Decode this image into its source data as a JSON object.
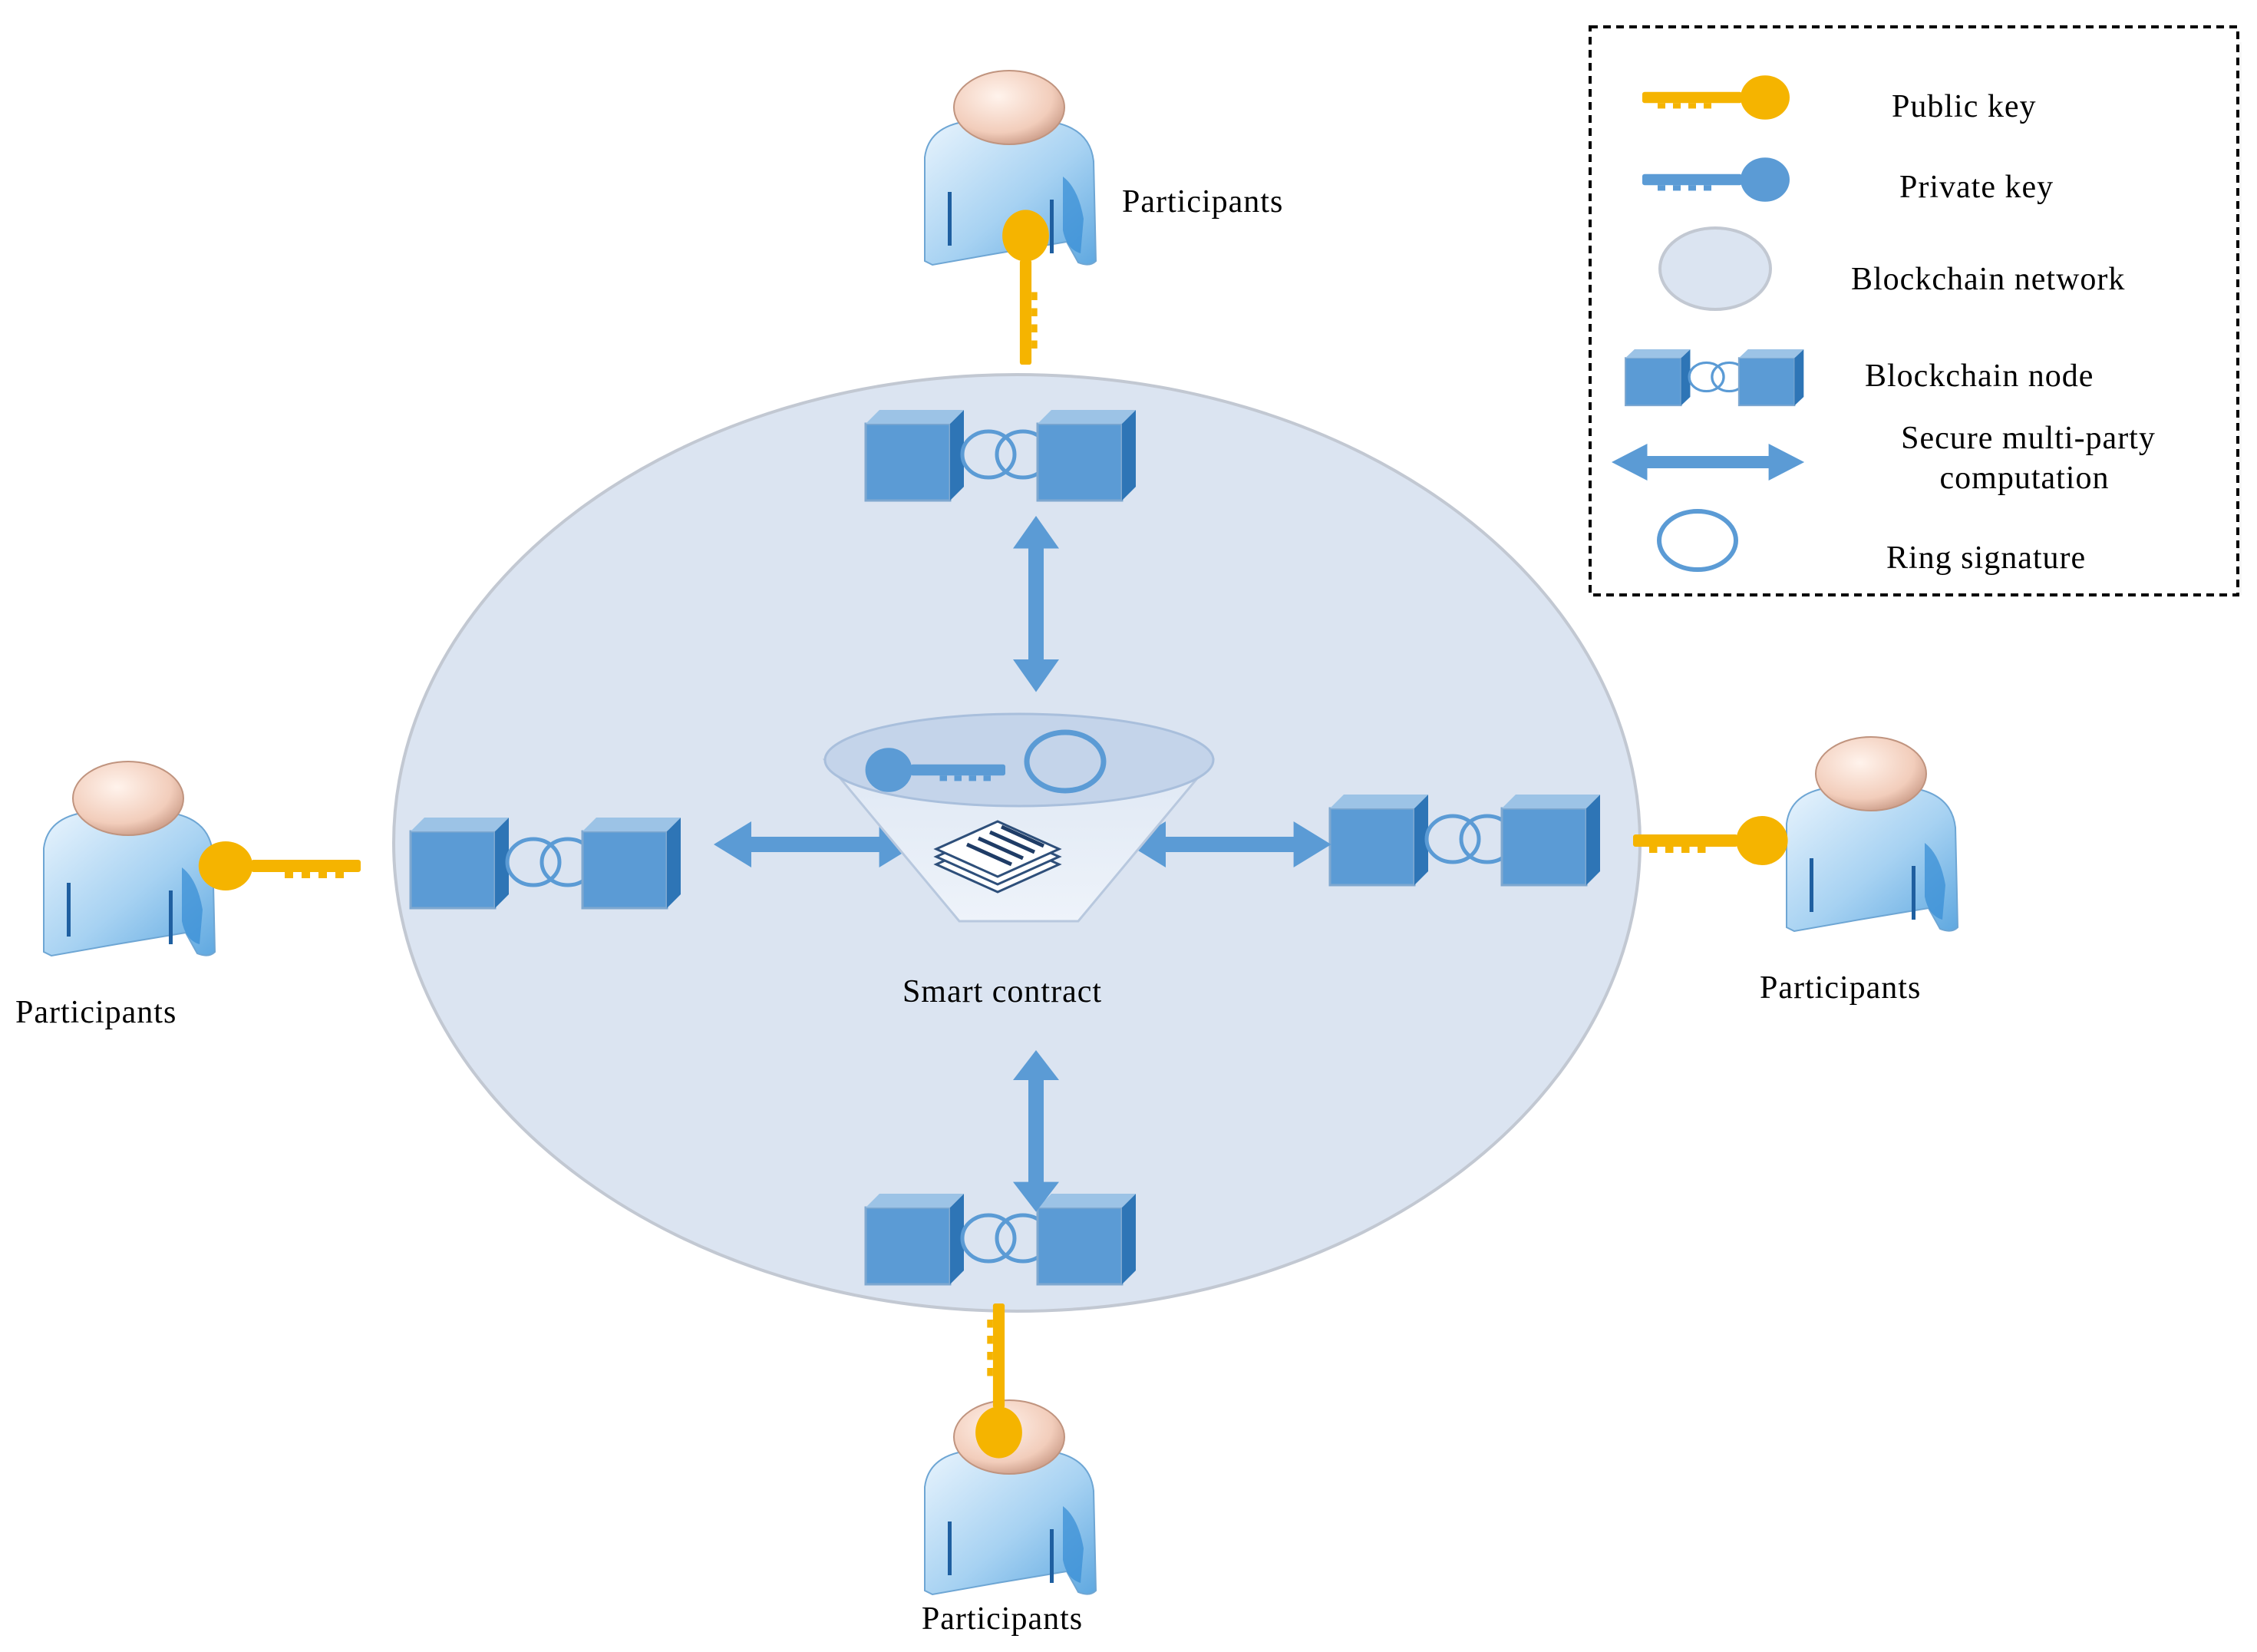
{
  "diagram": {
    "center_label": "Smart contract",
    "participants": {
      "top": "Participants",
      "left": "Participants",
      "right": "Participants",
      "bottom": "Participants"
    }
  },
  "legend": {
    "items": [
      {
        "icon": "public-key-icon",
        "label": "Public key"
      },
      {
        "icon": "private-key-icon",
        "label": "Private key"
      },
      {
        "icon": "blockchain-network-icon",
        "label": "Blockchain network"
      },
      {
        "icon": "blockchain-node-icon",
        "label": "Blockchain node"
      },
      {
        "icon": "double-arrow-icon",
        "label_line1": "Secure multi-party",
        "label_line2": "computation"
      },
      {
        "icon": "ring-icon",
        "label": "Ring signature"
      }
    ]
  },
  "colors": {
    "network_fill": "#dbe4f1",
    "network_stroke": "#c2c8d2",
    "node_blue": "#5b9bd5",
    "node_dark": "#2e75b6",
    "arrow_blue": "#5b9bd5",
    "public_key": "#f5b400",
    "private_key": "#5b9bd5"
  }
}
